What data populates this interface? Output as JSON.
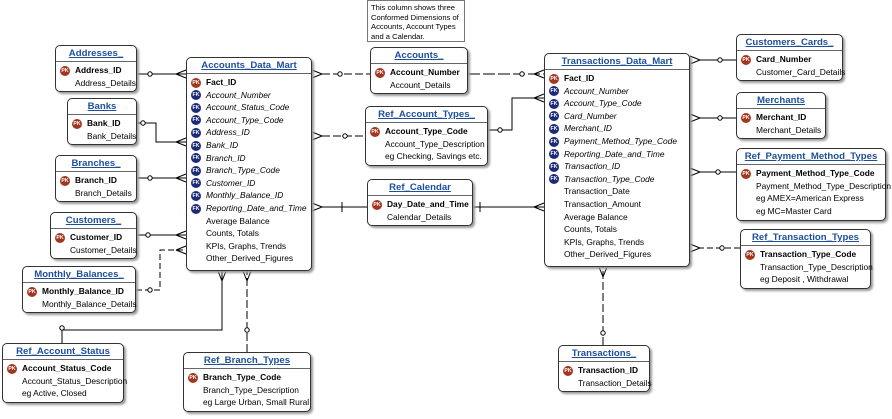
{
  "note": {
    "lines": [
      "This column shows three",
      "Conformed Dimensions of",
      "Accounts, Account Types",
      "and a Calendar."
    ]
  },
  "entities": {
    "addresses": {
      "title": "Addresses_",
      "rows": [
        {
          "text": "Address_ID",
          "key": "PK"
        },
        {
          "text": "Address_Details",
          "key": ""
        }
      ]
    },
    "banks": {
      "title": "Banks",
      "rows": [
        {
          "text": "Bank_ID",
          "key": "PK"
        },
        {
          "text": "Bank_Details",
          "key": ""
        }
      ]
    },
    "branches": {
      "title": "Branches_",
      "rows": [
        {
          "text": "Branch_ID",
          "key": "PK"
        },
        {
          "text": "Branch_Details",
          "key": ""
        }
      ]
    },
    "customers": {
      "title": "Customers_",
      "rows": [
        {
          "text": "Customer_ID",
          "key": "PK"
        },
        {
          "text": "Customer_Details",
          "key": ""
        }
      ]
    },
    "monthly_balances": {
      "title": "Monthly_Balances_",
      "rows": [
        {
          "text": "Monthly_Balance_ID",
          "key": "PK"
        },
        {
          "text": "Monthly_Balance_Details",
          "key": ""
        }
      ]
    },
    "ref_account_status": {
      "title": "Ref_Account_Status",
      "rows": [
        {
          "text": "Account_Status_Code",
          "key": "PK"
        },
        {
          "text": "Account_Status_Description",
          "key": ""
        },
        {
          "text": "eg Active, Closed",
          "key": ""
        }
      ]
    },
    "accounts_data_mart": {
      "title": "Accounts_Data_Mart",
      "rows": [
        {
          "text": "Fact_ID",
          "key": "PK"
        },
        {
          "text": "Account_Number",
          "key": "FK"
        },
        {
          "text": "Account_Status_Code",
          "key": "FK"
        },
        {
          "text": "Account_Type_Code",
          "key": "FK"
        },
        {
          "text": "Address_ID",
          "key": "FK"
        },
        {
          "text": "Bank_ID",
          "key": "FK"
        },
        {
          "text": "Branch_ID",
          "key": "FK"
        },
        {
          "text": "Branch_Type_Code",
          "key": "FK"
        },
        {
          "text": "Customer_ID",
          "key": "FK"
        },
        {
          "text": "Monthly_Balance_ID",
          "key": "FK"
        },
        {
          "text": "Reporting_Date_and_Time",
          "key": "FK"
        },
        {
          "text": "Average Balance",
          "key": ""
        },
        {
          "text": "Counts, Totals",
          "key": ""
        },
        {
          "text": "KPIs, Graphs, Trends",
          "key": ""
        },
        {
          "text": "Other_Derived_Figures",
          "key": ""
        }
      ]
    },
    "ref_branch_types": {
      "title": "Ref_Branch_Types",
      "rows": [
        {
          "text": "Branch_Type_Code",
          "key": "PK"
        },
        {
          "text": "Branch_Type_Description",
          "key": ""
        },
        {
          "text": "eg Large Urban, Small Rural",
          "key": ""
        }
      ]
    },
    "accounts": {
      "title": "Accounts_",
      "rows": [
        {
          "text": "Account_Number",
          "key": "PK"
        },
        {
          "text": "Account_Details",
          "key": ""
        }
      ]
    },
    "ref_account_types": {
      "title": "Ref_Account_Types_",
      "rows": [
        {
          "text": "Account_Type_Code",
          "key": "PK"
        },
        {
          "text": "Account_Type_Description",
          "key": ""
        },
        {
          "text": "eg Checking, Savings etc.",
          "key": ""
        }
      ]
    },
    "ref_calendar": {
      "title": "Ref_Calendar",
      "rows": [
        {
          "text": "Day_Date_and_Time",
          "key": "PK"
        },
        {
          "text": "Calendar_Details",
          "key": ""
        }
      ]
    },
    "transactions_data_mart": {
      "title": "Transactions_Data_Mart",
      "rows": [
        {
          "text": "Fact_ID",
          "key": "PK"
        },
        {
          "text": "Account_Number",
          "key": "FK"
        },
        {
          "text": "Account_Type_Code",
          "key": "FK"
        },
        {
          "text": "Card_Number",
          "key": "FK"
        },
        {
          "text": "Merchant_ID",
          "key": "FK"
        },
        {
          "text": "Payment_Method_Type_Code",
          "key": "FK"
        },
        {
          "text": "Reporting_Date_and_Time",
          "key": "FK"
        },
        {
          "text": "Transaction_ID",
          "key": "FK"
        },
        {
          "text": "Transaction_Type_Code",
          "key": "FK"
        },
        {
          "text": "Transaction_Date",
          "key": ""
        },
        {
          "text": "Transaction_Amount",
          "key": ""
        },
        {
          "text": "Average Balance",
          "key": ""
        },
        {
          "text": "Counts, Totals",
          "key": ""
        },
        {
          "text": "KPIs, Graphs, Trends",
          "key": ""
        },
        {
          "text": "Other_Derived_Figures",
          "key": ""
        }
      ]
    },
    "transactions": {
      "title": "Transactions_",
      "rows": [
        {
          "text": "Transaction_ID",
          "key": "PK"
        },
        {
          "text": "Transaction_Details",
          "key": ""
        }
      ]
    },
    "customers_cards": {
      "title": "Customers_Cards_",
      "rows": [
        {
          "text": "Card_Number",
          "key": "PK"
        },
        {
          "text": "Customer_Card_Details",
          "key": ""
        }
      ]
    },
    "merchants": {
      "title": "Merchants",
      "rows": [
        {
          "text": "Merchant_ID",
          "key": "PK"
        },
        {
          "text": "Merchant_Details",
          "key": ""
        }
      ]
    },
    "ref_payment_method_types": {
      "title": "Ref_Payment_Method_Types",
      "rows": [
        {
          "text": "Payment_Method_Type_Code",
          "key": "PK"
        },
        {
          "text": "Payment_Method_Type_Description",
          "key": ""
        },
        {
          "text": "eg AMEX=American Express",
          "key": ""
        },
        {
          "text": "eg MC=Master Card",
          "key": ""
        }
      ]
    },
    "ref_transaction_types": {
      "title": "Ref_Transaction_Types",
      "rows": [
        {
          "text": "Transaction_Type_Code",
          "key": "PK"
        },
        {
          "text": "Transaction_Type_Description",
          "key": ""
        },
        {
          "text": "eg Deposit , Withdrawal",
          "key": ""
        }
      ]
    }
  }
}
